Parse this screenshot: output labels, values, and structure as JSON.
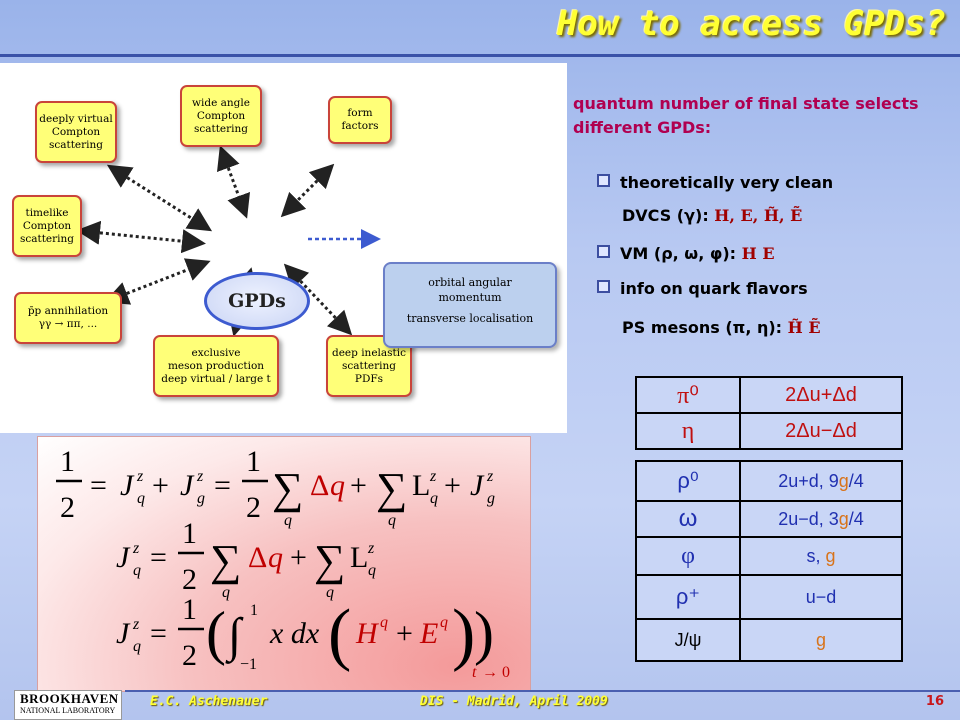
{
  "title": "How to access GPDs?",
  "diagram": {
    "center": "GPDs",
    "boxes": [
      {
        "id": "dvcs",
        "text": "deeply virtual\nCompton\nscattering"
      },
      {
        "id": "wacs",
        "text": "wide angle\nCompton\nscattering"
      },
      {
        "id": "ff",
        "text": "form\nfactors"
      },
      {
        "id": "tcs",
        "text": "timelike\nCompton\nscattering"
      },
      {
        "id": "ann",
        "text": "p̄p annihilation\nγγ → ππ, ..."
      },
      {
        "id": "excl",
        "text": "exclusive\nmeson production\ndeep virtual / large t"
      },
      {
        "id": "dis",
        "text": "deep inelastic\nscattering\nPDFs"
      }
    ],
    "orbital": [
      "orbital angular",
      "momentum",
      "transverse localisation"
    ]
  },
  "intro": "quantum number of final state selects different GPDs:",
  "bullets": [
    {
      "text": "theoretically very clean",
      "sub_label": "DVCS (γ): ",
      "sub_gpds": "H,  E, H̃,  Ẽ"
    },
    {
      "text": "VM (ρ, ω, φ): ",
      "gpds": "H  E"
    },
    {
      "text": "info on quark flavors",
      "sub_label": "PS mesons (π, η): ",
      "sub_gpds": "H̃  Ẽ"
    }
  ],
  "table_ps": [
    {
      "meson": "π⁰",
      "combo": "2Δu+Δd"
    },
    {
      "meson": "η",
      "combo": "2Δu−Δd"
    }
  ],
  "table_vm": [
    {
      "meson": "ρ⁰",
      "pre": "2u+d, 9",
      "g": "g",
      "post": "/4"
    },
    {
      "meson": "ω",
      "pre": "2u−d, 3",
      "g": "g",
      "post": "/4"
    },
    {
      "meson": "φ",
      "pre": "s, ",
      "g": "g",
      "post": ""
    },
    {
      "meson": "ρ⁺",
      "pre": "u−d",
      "g": "",
      "post": ""
    },
    {
      "meson": "J/ψ",
      "pre": "",
      "g": "g",
      "post": ""
    }
  ],
  "colors": {
    "g_color": "#d8731a",
    "title": "#ffff33",
    "intro": "#b00050"
  },
  "footer": {
    "logo_line1": "BROOKHAVEN",
    "logo_line2": "NATIONAL LABORATORY",
    "author": "E.C. Aschenauer",
    "event": "DIS - Madrid, April 2009",
    "page": "16"
  }
}
